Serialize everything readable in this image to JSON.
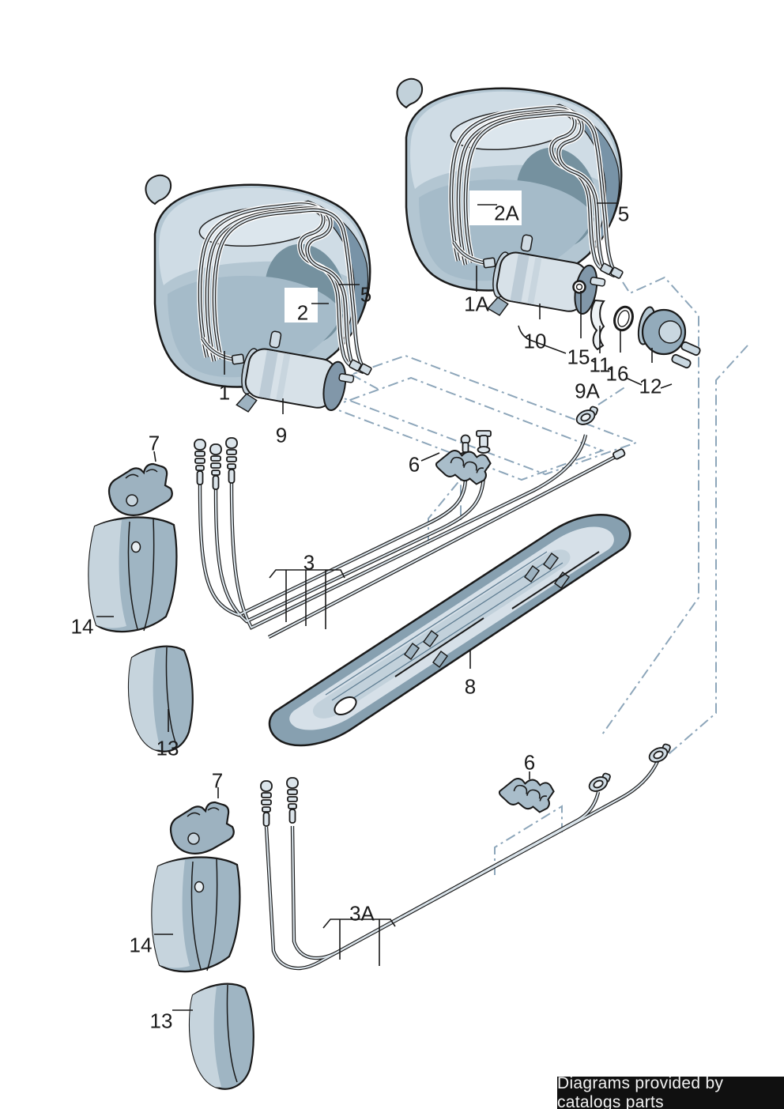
{
  "diagram": {
    "description": "Exploded parts catalog drawing: fuel tank with attachment parts, fuel delivery unit and fuel lines (two variants, upper and lower)",
    "callouts": [
      {
        "id": "1",
        "label": "1"
      },
      {
        "id": "2",
        "label": "2"
      },
      {
        "id": "5-left",
        "label": "5"
      },
      {
        "id": "9",
        "label": "9"
      },
      {
        "id": "1A",
        "label": "1A"
      },
      {
        "id": "2A",
        "label": "2A"
      },
      {
        "id": "5-right",
        "label": "5"
      },
      {
        "id": "10",
        "label": "10"
      },
      {
        "id": "15",
        "label": "15"
      },
      {
        "id": "11",
        "label": "11"
      },
      {
        "id": "16",
        "label": "16"
      },
      {
        "id": "12",
        "label": "12"
      },
      {
        "id": "9A",
        "label": "9A"
      },
      {
        "id": "7-upper",
        "label": "7"
      },
      {
        "id": "6-upper",
        "label": "6"
      },
      {
        "id": "3",
        "label": "3"
      },
      {
        "id": "14-upper",
        "label": "14"
      },
      {
        "id": "8",
        "label": "8"
      },
      {
        "id": "13-upper",
        "label": "13"
      },
      {
        "id": "7-lower",
        "label": "7"
      },
      {
        "id": "6-lower",
        "label": "6"
      },
      {
        "id": "3A",
        "label": "3A"
      },
      {
        "id": "14-lower",
        "label": "14"
      },
      {
        "id": "13-lower",
        "label": "13"
      }
    ],
    "colors": {
      "outline": "#1a1a1a",
      "tank_light": "#cfdce5",
      "tank_mid": "#b3c6d2",
      "tank_dark": "#7893a7",
      "tube_fill": "#d9e3ea",
      "reference_blue": "#8da6ba"
    }
  },
  "footer": {
    "text": "Diagrams provided by catalogs parts",
    "background": "#101010",
    "color": "#f2f2f2"
  }
}
